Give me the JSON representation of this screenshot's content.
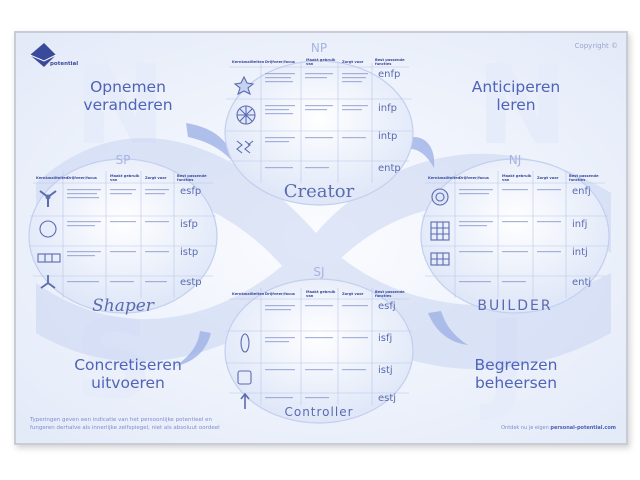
{
  "copyright": "Copyright ©",
  "logo_label": "potential",
  "background_letters": [
    "N",
    "S",
    "N",
    "J"
  ],
  "phrases": {
    "top_left": [
      "Opnemen",
      "veranderen"
    ],
    "top_right": [
      "Anticiperen",
      "leren"
    ],
    "bottom_left": [
      "Concretiseren",
      "uitvoeren"
    ],
    "bottom_right": [
      "Begrenzen",
      "beheersen"
    ]
  },
  "column_headers": [
    "Kernkwaliteiten",
    "Drijfveer/focus",
    "Maakt gebruik van",
    "Zorgt voor",
    "Best passende functies"
  ],
  "quadrants": [
    {
      "id": "np",
      "label": "NP",
      "title": "Creator",
      "types": [
        "enfp",
        "infp",
        "intp",
        "entp"
      ],
      "icons": [
        "star-icon",
        "mandala-icon",
        "wave-pattern-icon"
      ]
    },
    {
      "id": "sp",
      "label": "SP",
      "title": "Shaper",
      "types": [
        "esfp",
        "isfp",
        "istp",
        "estp"
      ],
      "icons": [
        "propeller-icon",
        "circle-outline-icon",
        "grid-strip-icon",
        "tri-arrow-icon"
      ]
    },
    {
      "id": "nj",
      "label": "NJ",
      "title": "Builder",
      "types": [
        "enfj",
        "infj",
        "intj",
        "entj"
      ],
      "icons": [
        "mandala-icon",
        "grid-icon",
        "hatch-icon"
      ]
    },
    {
      "id": "sj",
      "label": "SJ",
      "title": "Controller",
      "types": [
        "esfj",
        "isfj",
        "istj",
        "estj"
      ],
      "icons": [
        "ellipse-icon",
        "square-icon",
        "up-arrow-icon"
      ]
    }
  ],
  "footnote": [
    "Typeringen geven een indicatie van het persoonlijke potentieel en",
    "fungeren derhalve als innerlijke zelfspiegel, niet als absoluut oordeel"
  ],
  "credit_prefix": "Ontdek nu je eigen",
  "credit_site": "personal-potential.com",
  "colors": {
    "accent": "#4f64b8",
    "swirl": "#b7c5ec",
    "light": "#dfe7f8"
  }
}
